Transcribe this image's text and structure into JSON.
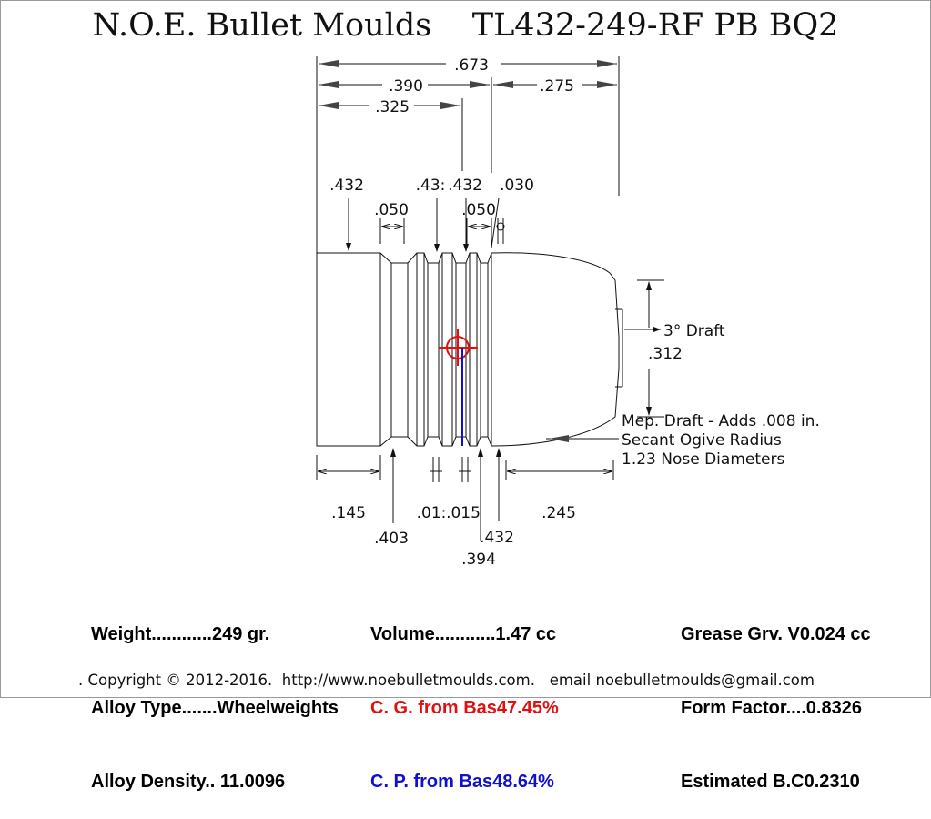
{
  "header": {
    "title": "N.O.E. Bullet Moulds    TL432-249-RF PB BQ2"
  },
  "dimensions": {
    "overall_length": ".673",
    "to_nose_start": ".390",
    "nose_length": ".275",
    "to_last_groove": ".325",
    "band_dia_rear": ".432",
    "band_dia_mid": ".43:",
    "band_dia_front": ".432",
    "groove_width_1": ".050",
    "groove_width_2": ".050",
    "front_step": ".030",
    "meplat_dia": ".312",
    "draft_label": "3° Draft",
    "base_band_length": ".145",
    "groove_dia": ".403",
    "band_width_1": ".01:",
    "band_width_2": ".015",
    "front_dia": ".432",
    "front_groove_dia": ".394",
    "nose_start_len": ".245"
  },
  "notes": {
    "meplat_note": "Mep. Draft - Adds .008 in.",
    "ogive_note": "Secant Ogive Radius",
    "nose_diam_note": "1.23  Nose Diameters"
  },
  "stats": {
    "weight": "Weight............249 gr.",
    "alloy_type": "Alloy Type.......Wheelweights",
    "alloy_density": "Alloy Density.. 11.0096",
    "volume": "Volume............1.47 cc",
    "cg": "C. G. from Bas47.45%",
    "cp": "C. P. from Bas48.64%",
    "grease": "Grease Grv. V0.024 cc",
    "form_factor": "Form Factor....0.8326",
    "bc": "Estimated B.C0.2310"
  },
  "footer": {
    "copyright": ". Copyright © 2012-2016.  http://www.noebulletmoulds.com.   email noebulletmoulds@gmail.com"
  },
  "colors": {
    "cg_marker": "#e01010",
    "cp_line": "#1010d0",
    "text": "#111111"
  }
}
